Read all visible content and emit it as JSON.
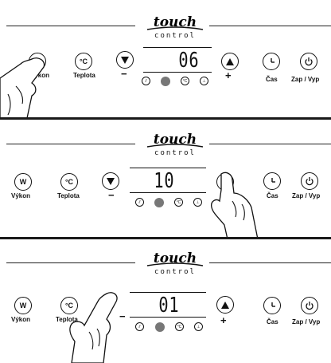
{
  "logo": {
    "brand": "touch",
    "sub": "control"
  },
  "buttons": {
    "vykon": "Výkon",
    "teplota": "Teplota",
    "cas": "Čas",
    "zap_vyp": "Zap / Vyp",
    "power_letter": "W",
    "temp_symbol": "°C"
  },
  "signs": {
    "minus": "−",
    "plus": "+"
  },
  "panels": [
    {
      "display": "06"
    },
    {
      "display": "10"
    },
    {
      "display": "01"
    }
  ],
  "icons": {
    "power": "power-icon",
    "temperature": "temperature-icon",
    "down": "triangle-down-icon",
    "up": "triangle-up-icon",
    "clock": "clock-icon",
    "onoff": "on-off-icon",
    "hand": "hand-pointer-icon"
  },
  "colors": {
    "line": "#111111",
    "indicator_dot": "#777777"
  }
}
